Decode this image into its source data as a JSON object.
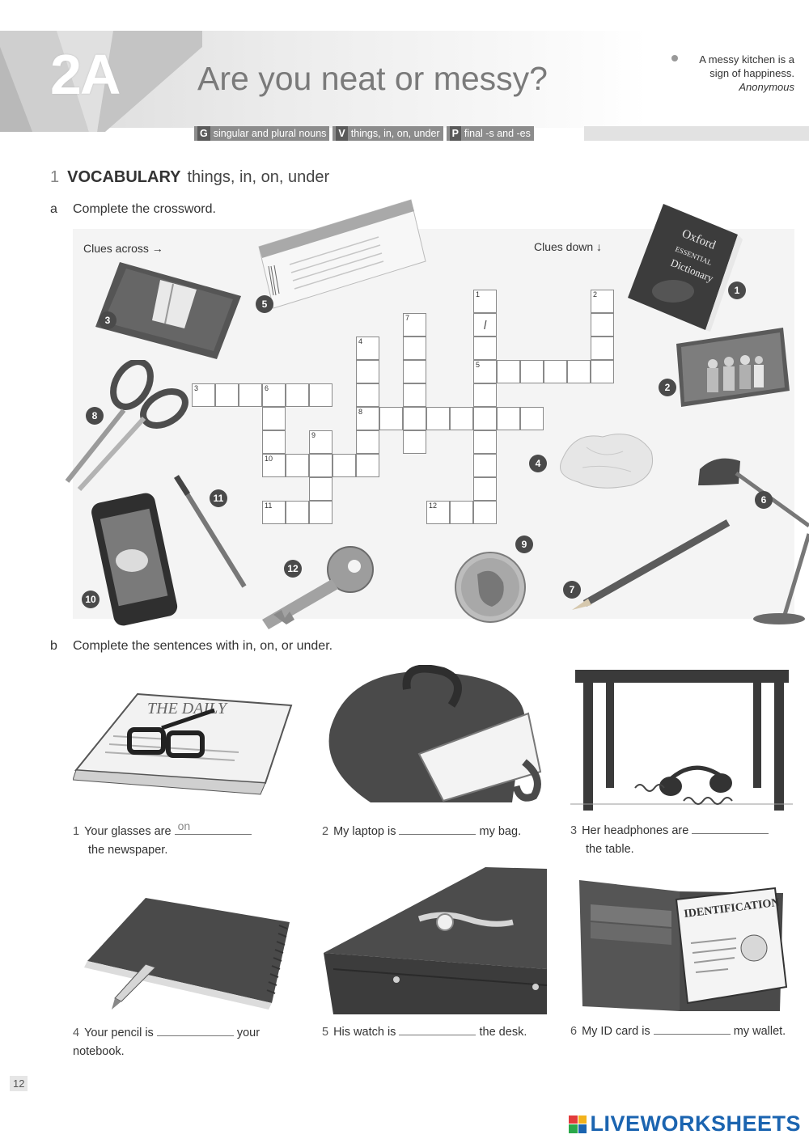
{
  "header": {
    "lesson_code": "2A",
    "title": "Are you neat or messy?",
    "quote_line1": "A messy kitchen is a",
    "quote_line2": "sign of happiness.",
    "quote_author": "Anonymous",
    "tags": [
      {
        "letter": "G",
        "text": "singular and plural nouns"
      },
      {
        "letter": "V",
        "text": "things, in, on, under"
      },
      {
        "letter": "P",
        "text": "final -s and -es"
      }
    ]
  },
  "section1": {
    "number": "1",
    "title": "VOCABULARY",
    "subtitle": "things, in, on, under"
  },
  "part_a": {
    "label": "a",
    "instruction": "Complete the crossword.",
    "clues_across": "Clues across →",
    "clues_down": "Clues down ↓",
    "first_letter_answer": "l",
    "grid_numbers": [
      "1",
      "2",
      "3",
      "4",
      "5",
      "6",
      "7",
      "8",
      "9",
      "10",
      "11",
      "12"
    ],
    "picture_numbers": [
      "1",
      "2",
      "3",
      "4",
      "5",
      "6",
      "7",
      "8",
      "9",
      "10",
      "11",
      "12"
    ]
  },
  "part_b": {
    "label": "b",
    "instruction": "Complete the sentences with in, on, or under.",
    "sentences": [
      {
        "n": "1",
        "before": "Your glasses are",
        "answer": "on",
        "after": "the newspaper."
      },
      {
        "n": "2",
        "before": "My laptop is",
        "answer": "",
        "after": "my bag."
      },
      {
        "n": "3",
        "before": "Her headphones are",
        "answer": "",
        "after": "the table."
      },
      {
        "n": "4",
        "before": "Your pencil is",
        "answer": "",
        "after": "your notebook."
      },
      {
        "n": "5",
        "before": "His watch is",
        "answer": "",
        "after": "the desk."
      },
      {
        "n": "6",
        "before": "My ID card is",
        "answer": "",
        "after": "my wallet."
      }
    ],
    "newspaper_text": "THE DAILY",
    "id_card_text": "IDENTIFICATION"
  },
  "page_number": "12",
  "brand": "LIVEWORKSHEETS"
}
